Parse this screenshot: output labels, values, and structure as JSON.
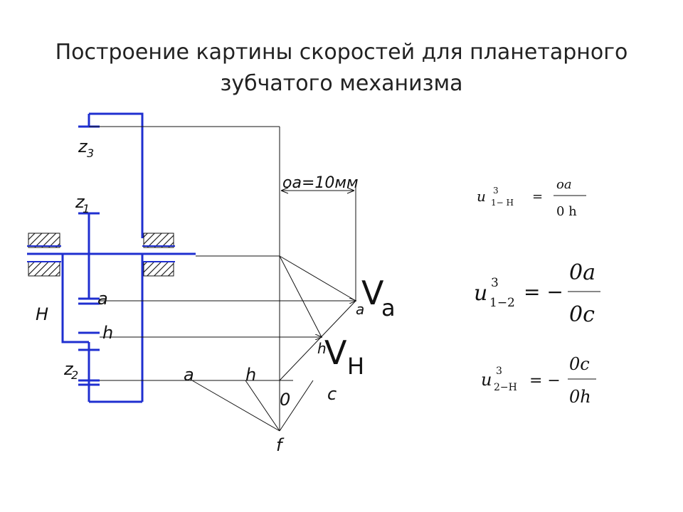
{
  "title": {
    "line1": "Построение картины скоростей для планетарного",
    "line2": "зубчатого механизма"
  },
  "diagram": {
    "gear_labels": {
      "z3": "z",
      "z3_sub": "3",
      "z1": "z",
      "z1_sub": "1",
      "z2": "z",
      "z2_sub": "2"
    },
    "carrier_label": "H",
    "point_a": "a",
    "point_h": "h",
    "scale_label": "oa=10мм",
    "velocity_a": "V",
    "velocity_a_sub": "a",
    "velocity_a_small": "a",
    "velocity_h": "V",
    "velocity_h_sub": "H",
    "velocity_h_small": "h",
    "plan_a": "a",
    "plan_h": "h",
    "plan_0": "0",
    "plan_c": "c",
    "plan_f": "f",
    "colors": {
      "mechanism": "#1f2fd0",
      "lines": "#111111",
      "hatch": "#111111"
    }
  },
  "formulas": {
    "f1": {
      "u": "u",
      "sup": "3",
      "sub": "1− H",
      "eq": "=",
      "num": "oa",
      "den": "0 h"
    },
    "f2": {
      "u": "u",
      "sup": "3",
      "sub": "1−2",
      "eq": "= −",
      "num": "0a",
      "den": "0c"
    },
    "f3": {
      "u": "u",
      "sup": "3",
      "sub": "2−H",
      "eq": "= −",
      "num": "0c",
      "den": "0h"
    }
  }
}
